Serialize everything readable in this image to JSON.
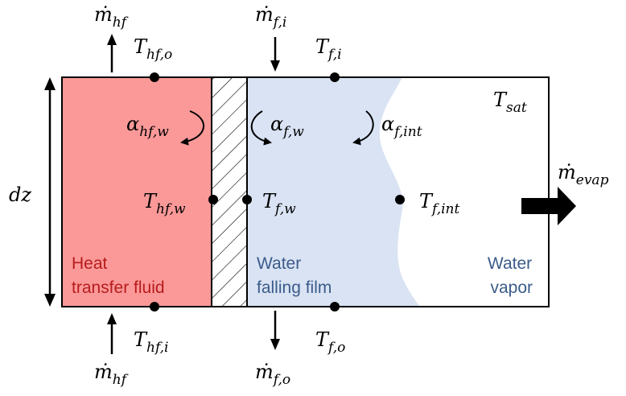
{
  "colors": {
    "heat_fluid_fill": "#fb9999",
    "heat_fluid_text": "#b71c1c",
    "film_fill": "#d9e3f3",
    "film_text": "#3b5b8a",
    "vapor_text": "#3b5b8a",
    "outline": "#000000"
  },
  "labels": {
    "m_hf_out": {
      "base": "ṁ",
      "sub": "hf"
    },
    "m_f_in": {
      "base": "ṁ",
      "sub": "f,i"
    },
    "T_hf_o": {
      "base": "T",
      "sub": "hf,o"
    },
    "T_f_i": {
      "base": "T",
      "sub": "f,i"
    },
    "T_sat": {
      "base": "T",
      "sub": "sat"
    },
    "alpha_hf_w": {
      "base": "α",
      "sub": "hf,w"
    },
    "alpha_f_w": {
      "base": "α",
      "sub": "f,w"
    },
    "alpha_f_int": {
      "base": "α",
      "sub": "f,int"
    },
    "dz": "dz",
    "T_hf_w": {
      "base": "T",
      "sub": "hf,w"
    },
    "T_f_w": {
      "base": "T",
      "sub": "f,w"
    },
    "T_f_int": {
      "base": "T",
      "sub": "f,int"
    },
    "m_evap": {
      "base": "ṁ",
      "sub": "evap"
    },
    "T_hf_i": {
      "base": "T",
      "sub": "hf,i"
    },
    "T_f_o": {
      "base": "T",
      "sub": "f,o"
    },
    "m_hf_in": {
      "base": "ṁ",
      "sub": "hf"
    },
    "m_f_out": {
      "base": "ṁ",
      "sub": "f,o"
    }
  },
  "regions": {
    "heat_fluid": [
      "Heat",
      "transfer fluid"
    ],
    "falling_film": [
      "Water",
      "falling film"
    ],
    "vapor": [
      "Water",
      "vapor"
    ]
  }
}
